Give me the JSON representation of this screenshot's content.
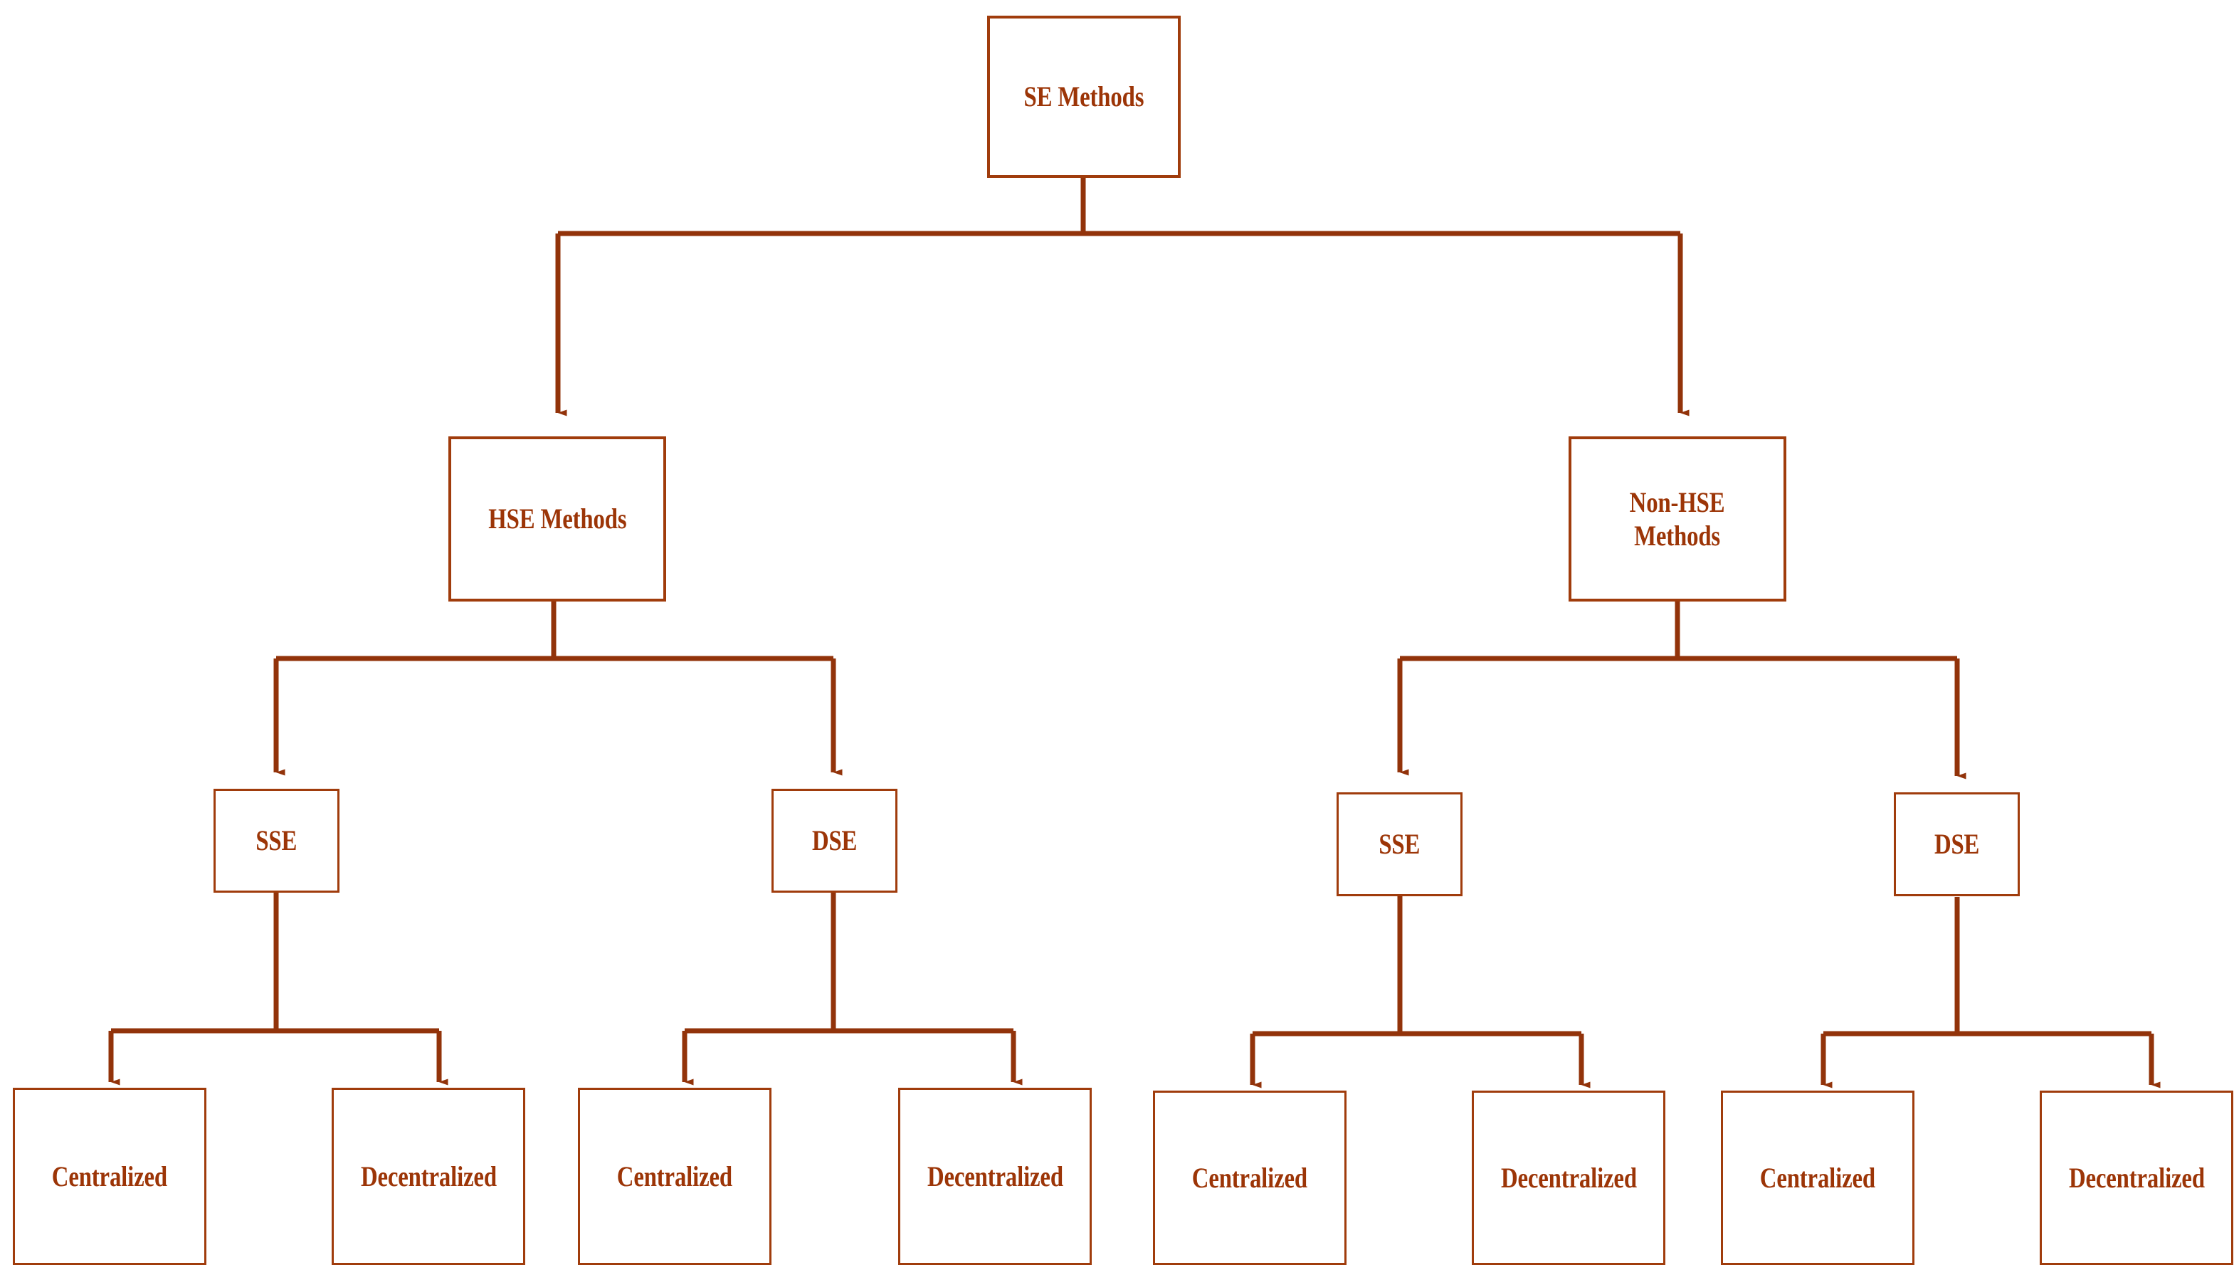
{
  "diagram": {
    "title": "SE Methods taxonomy tree",
    "colors": {
      "stroke": "#92330a",
      "text": "#9c3507",
      "box_border": "#a03c0c",
      "background": "#ffffff"
    },
    "root": {
      "label": "SE Methods"
    },
    "level1": [
      {
        "label": "HSE Methods"
      },
      {
        "label": "Non-HSE\nMethods"
      }
    ],
    "level2": [
      {
        "label": "SSE"
      },
      {
        "label": "DSE"
      },
      {
        "label": "SSE"
      },
      {
        "label": "DSE"
      }
    ],
    "level3": [
      {
        "label": "Centralized"
      },
      {
        "label": "Decentralized"
      },
      {
        "label": "Centralized"
      },
      {
        "label": "Decentralized"
      },
      {
        "label": "Centralized"
      },
      {
        "label": "Decentralized"
      },
      {
        "label": "Centralized"
      },
      {
        "label": "Decentralized"
      }
    ]
  }
}
